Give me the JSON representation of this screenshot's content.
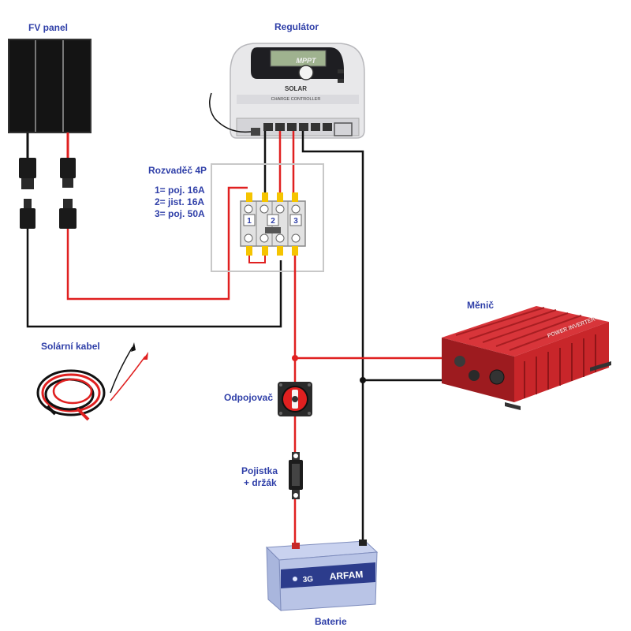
{
  "labels": {
    "pv_panel": "FV panel",
    "regulator": "Regulátor",
    "distribution_box": "Rozvaděč 4P",
    "legend_1": "1= poj. 16A",
    "legend_2": "2= jist. 16A",
    "legend_3": "3= poj. 50A",
    "inverter": "Měnič",
    "solar_cable": "Solární kabel",
    "disconnector": "Odpojovač",
    "fuse_line1": "Pojistka",
    "fuse_line2": "+ držák",
    "battery": "Baterie"
  },
  "device_text": {
    "regulator_display": "MPPT",
    "regulator_brand": "SOLAR",
    "regulator_sub": "CHARGE CONTROLLER",
    "inverter_brand": "POWER INVERTER",
    "battery_brand": "ARFAM",
    "battery_logo": "3G"
  },
  "switchboard": {
    "slots": [
      "1",
      "2",
      "3"
    ]
  },
  "colors": {
    "label": "#2f3fa8",
    "positive_wire": "#e02020",
    "negative_wire": "#111111",
    "terminal": "#f5c400",
    "inverter": "#c8262a",
    "battery": "#b9c4e6"
  }
}
